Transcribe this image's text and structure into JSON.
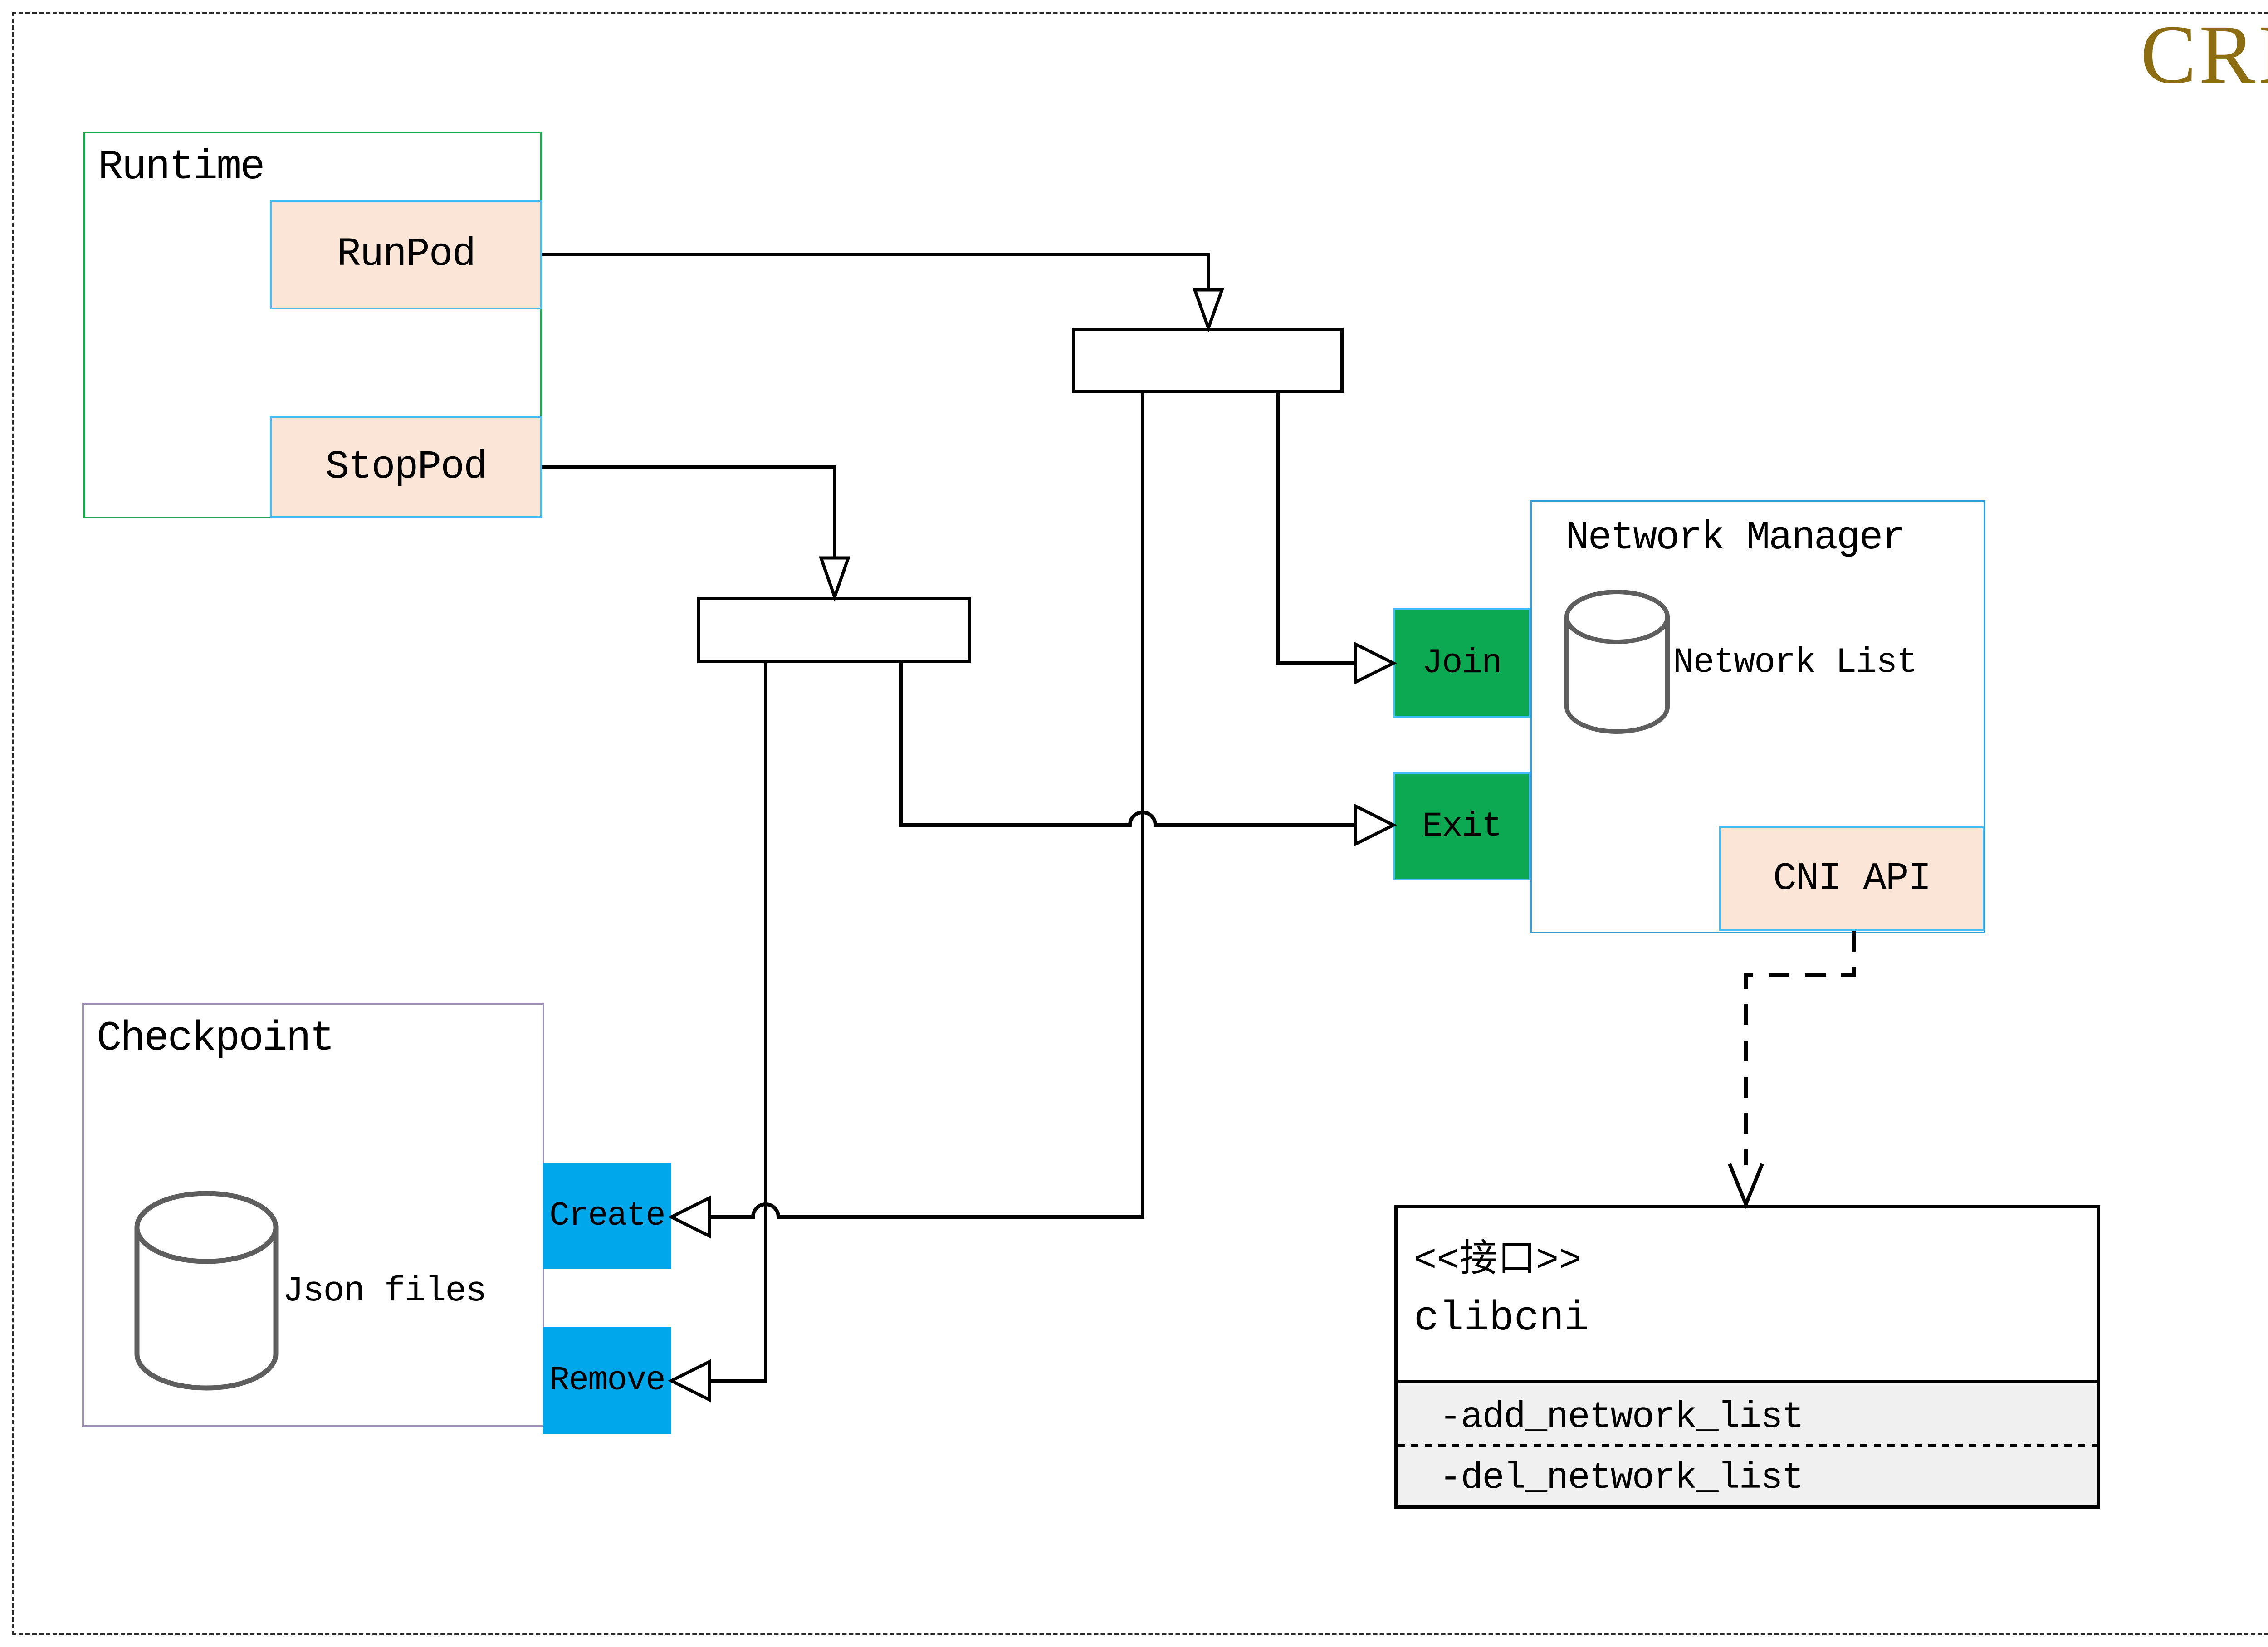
{
  "diagram_title": "CRI",
  "runtime": {
    "label": "Runtime",
    "run_pod": "RunPod",
    "stop_pod": "StopPod"
  },
  "network_manager": {
    "label": "Network Manager",
    "join": "Join",
    "exit": "Exit",
    "network_list": "Network List",
    "cni_api": "CNI API"
  },
  "checkpoint": {
    "label": "Checkpoint",
    "json_files": "Json files",
    "create": "Create",
    "remove": "Remove"
  },
  "interface_class": {
    "stereotype": "<<接口>>",
    "name": "clibcni",
    "method_add": "-add_network_list",
    "method_del": "-del_network_list"
  },
  "colors": {
    "title_gold": "#8C6D12",
    "runtime_border_green": "#17AB4F",
    "manager_border_blue": "#2F9CDB",
    "checkpoint_border_purple": "#9D8EB5",
    "api_button_fill_peach": "#FBE5D6",
    "api_button_border_cyan": "#45BDF2",
    "action_green": "#0CA852",
    "action_blue": "#00A7EA",
    "class_section_gray": "#F0F0F0",
    "database_icon_gray": "#5E5E5E",
    "connector_black": "#000000"
  }
}
